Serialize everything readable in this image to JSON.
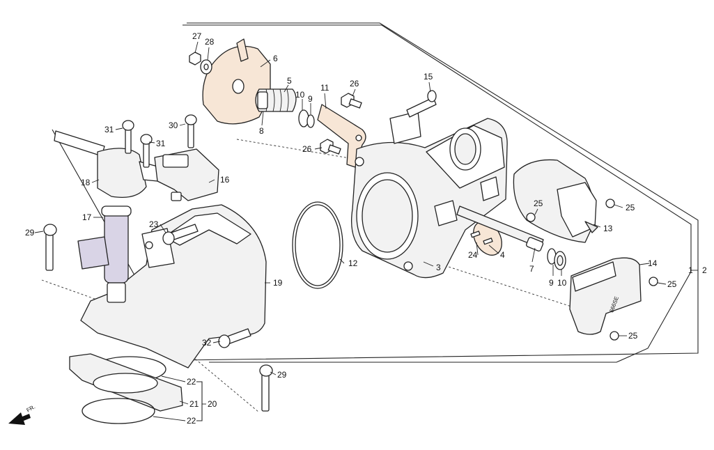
{
  "callouts": {
    "c1": "1",
    "c2": "2",
    "c3": "3",
    "c4": "4",
    "c5": "5",
    "c6": "6",
    "c7": "7",
    "c8": "8",
    "c9a": "9",
    "c9b": "9",
    "c10a": "10",
    "c10b": "10",
    "c11": "11",
    "c12": "12",
    "c13": "13",
    "c14": "14",
    "c15": "15",
    "c16": "16",
    "c17": "17",
    "c18": "18",
    "c19": "19",
    "c20": "20",
    "c21": "21",
    "c22a": "22",
    "c22b": "22",
    "c23": "23",
    "c24": "24",
    "c25a": "25",
    "c25b": "25",
    "c25c": "25",
    "c25d": "25",
    "c26a": "26",
    "c26b": "26",
    "c27": "27",
    "c28": "28",
    "c29a": "29",
    "c29b": "29",
    "c30": "30",
    "c31a": "31",
    "c31b": "31",
    "c32": "32"
  },
  "direction": {
    "label": "FR."
  },
  "sensor_marking": "666SE",
  "colors": {
    "line": "#222222",
    "part_fill": "#ffffff",
    "shade": "#f2f2f2",
    "highlight": "#f7e6d6",
    "injector": "#d9d4e6"
  },
  "icons": {
    "direction_arrow": "front-direction-arrow-icon"
  }
}
